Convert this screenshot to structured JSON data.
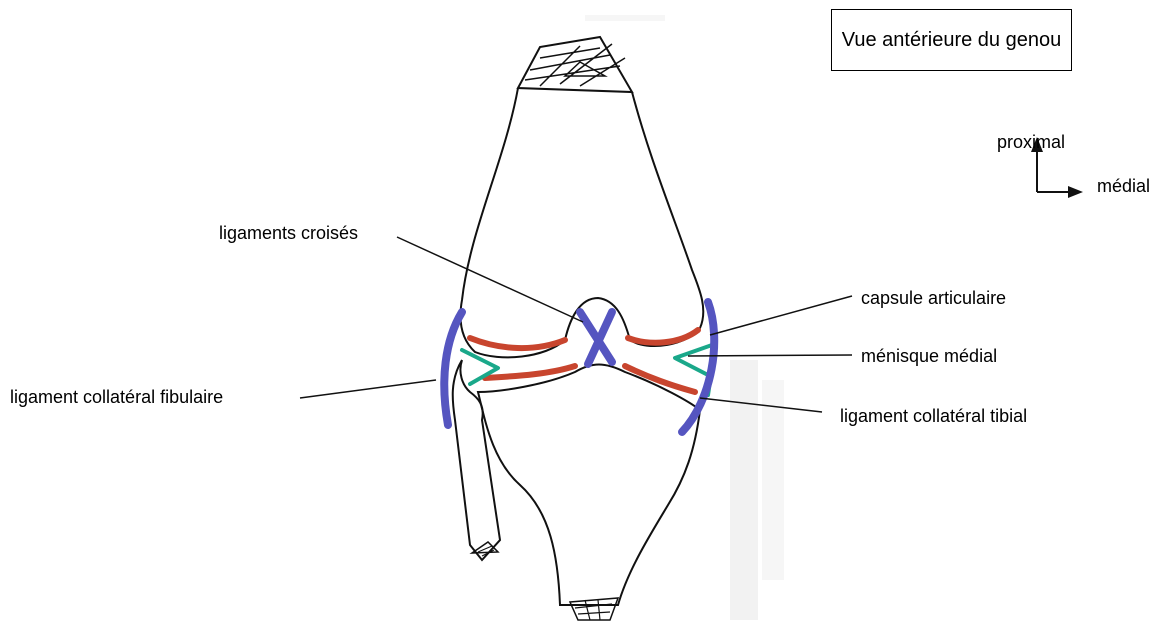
{
  "title": "Vue antérieure du genou",
  "orientation": {
    "up_label": "proximal",
    "right_label": "médial"
  },
  "labels": {
    "cruciate_ligaments": "ligaments croisés",
    "joint_capsule": "capsule articulaire",
    "medial_meniscus": "ménisque médial",
    "fibular_collateral_ligament": "ligament collatéral fibulaire",
    "tibial_collateral_ligament": "ligament collatéral tibial"
  },
  "colors": {
    "ligament": "#5555c0",
    "capsule": "#1aa88a",
    "cartilage": "#c8452e",
    "outline": "#111111"
  }
}
